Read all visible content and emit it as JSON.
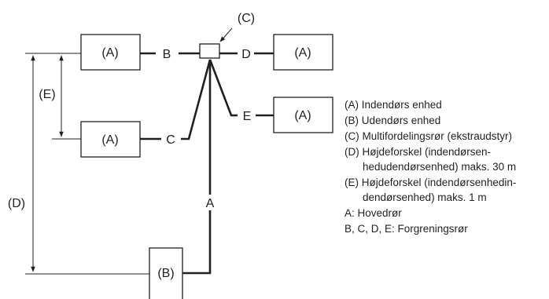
{
  "diagram": {
    "unit_labels": {
      "top_left": "(A)",
      "top_right": "(A)",
      "middle_right": "(A)",
      "bottom_left": "(A)",
      "outdoor": "(B)"
    },
    "splitter_label": "(C)",
    "pipe_labels": {
      "b": "B",
      "c": "C",
      "d": "D",
      "e": "E",
      "a": "A"
    },
    "dimension_labels": {
      "height_d": "(D)",
      "height_e": "(E)"
    },
    "legend": [
      "(A) Indendørs enhed",
      "(B) Udendørs enhed",
      "(C) Multifordelingsrør (ekstraudstyr)",
      "(D) Højdeforskel (indendørsen-",
      "hedudendørsenhed) maks. 30 m",
      "(E) Højdeforskel (indendørsenhedin-",
      "dendørsenhed) maks. 1 m",
      "A: Hovedrør",
      "B, C, D, E: Forgreningsrør"
    ]
  }
}
